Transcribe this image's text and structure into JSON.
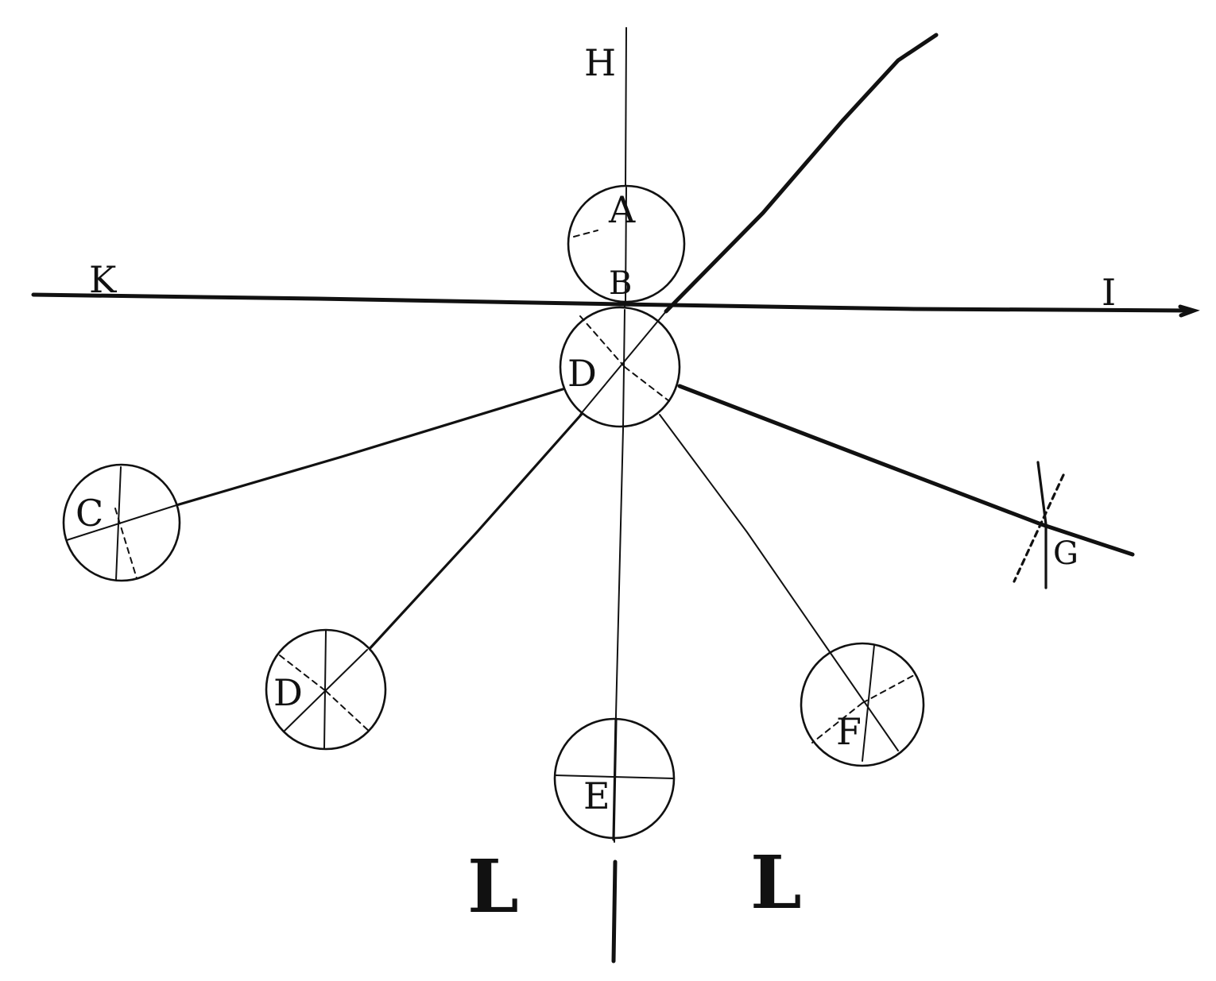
{
  "labels": {
    "H": "H",
    "A": "A",
    "K": "K",
    "B": "B",
    "I": "I",
    "D_center": "D",
    "C": "C",
    "G": "G",
    "D_lower": "D",
    "E": "E",
    "F": "F",
    "L_left": "L",
    "L_right": "L"
  },
  "colors": {
    "ink": "#111111",
    "paper": "#ffffff"
  }
}
